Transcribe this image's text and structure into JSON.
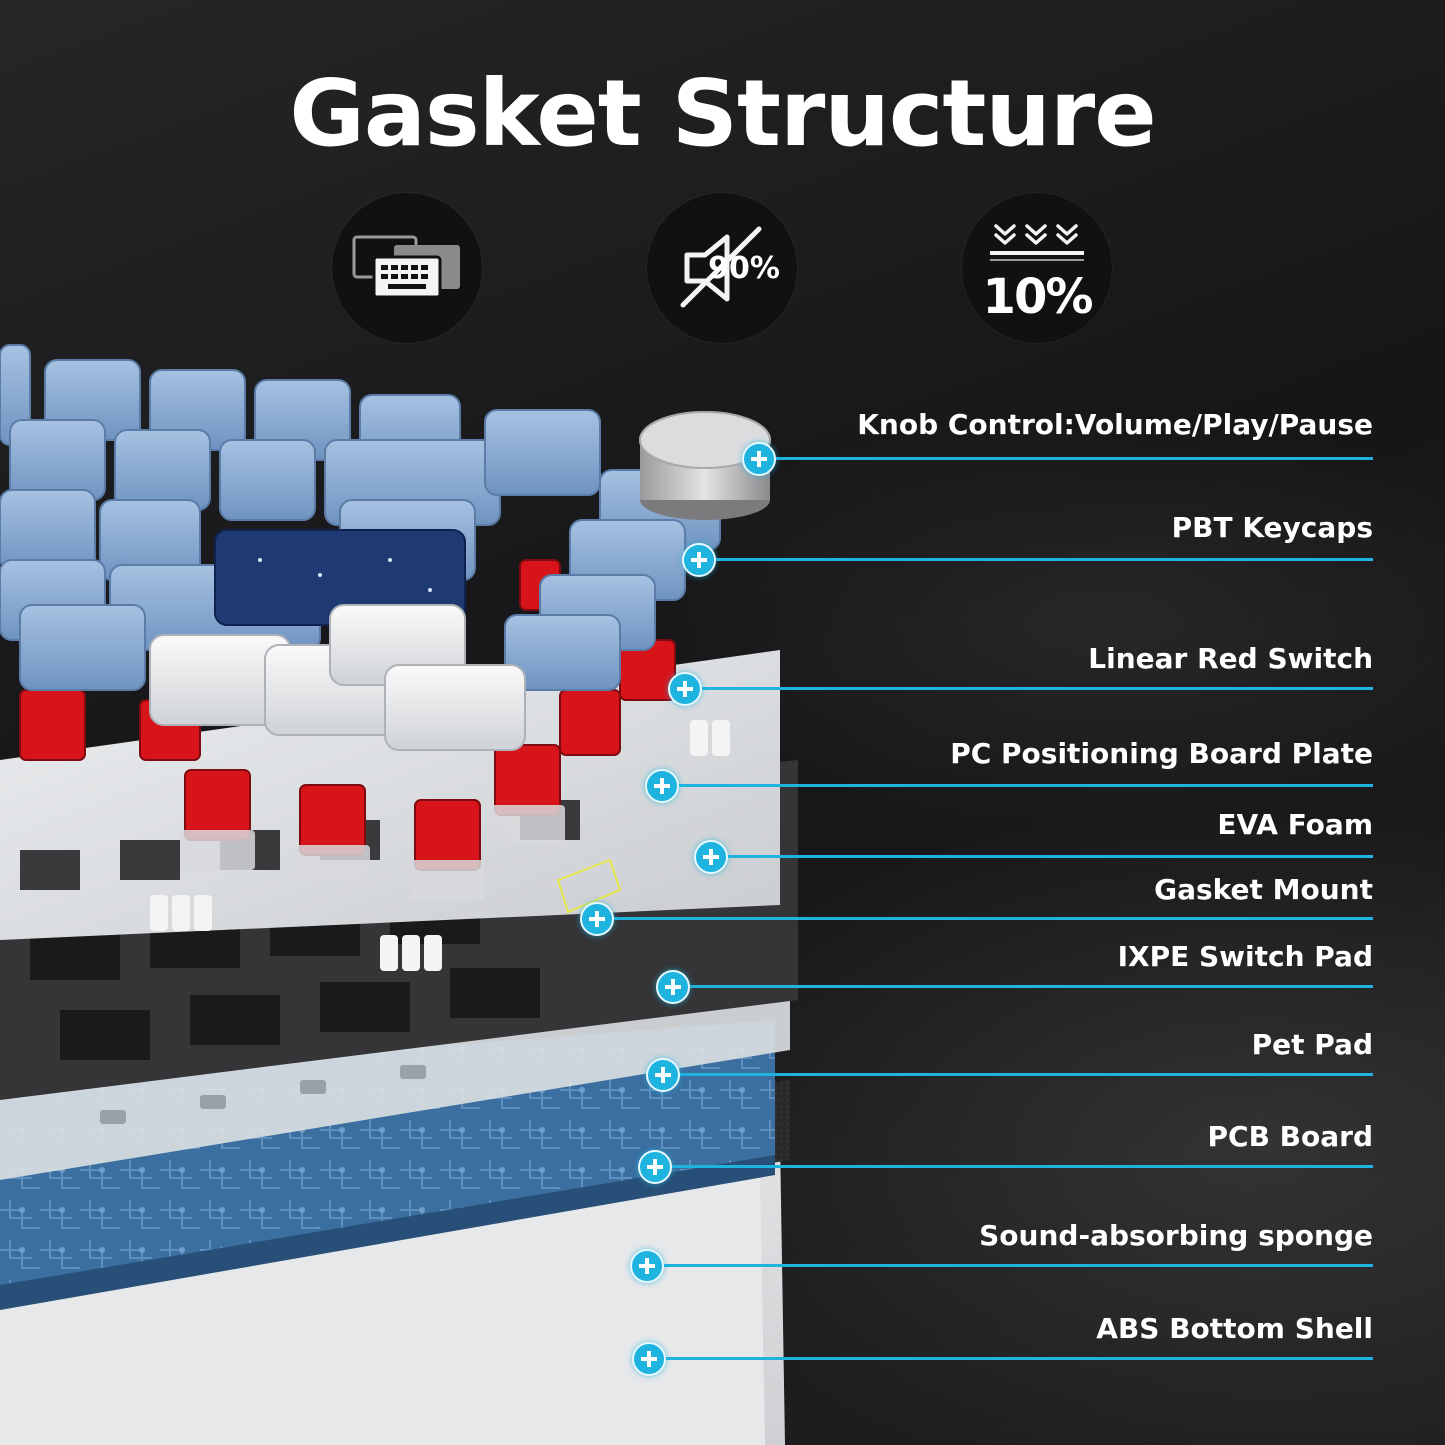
{
  "title": "Gasket Structure",
  "badges": [
    {
      "icon": "layered-keyboard-icon"
    },
    {
      "icon": "muted-speaker-icon",
      "value": "90%"
    },
    {
      "icon": "compression-arrows-icon",
      "value": "10%"
    }
  ],
  "colors": {
    "background": "#1c1c1e",
    "accent": "#1fb3e0",
    "keycap_blue": "#7fa3cf",
    "keycap_white": "#e4e6ea",
    "switch_red": "#d8141b",
    "plate_black": "#333335",
    "pcb_blue": "#3b6fa0"
  },
  "layers": [
    {
      "label": "Knob Control:Volume/Play/Pause"
    },
    {
      "label": "PBT Keycaps"
    },
    {
      "label": "Linear Red Switch"
    },
    {
      "label": "PC Positioning Board Plate"
    },
    {
      "label": "EVA Foam"
    },
    {
      "label": "Gasket Mount"
    },
    {
      "label": "IXPE Switch Pad"
    },
    {
      "label": "Pet Pad"
    },
    {
      "label": "PCB Board"
    },
    {
      "label": "Sound-absorbing sponge"
    },
    {
      "label": "ABS Bottom Shell"
    }
  ]
}
